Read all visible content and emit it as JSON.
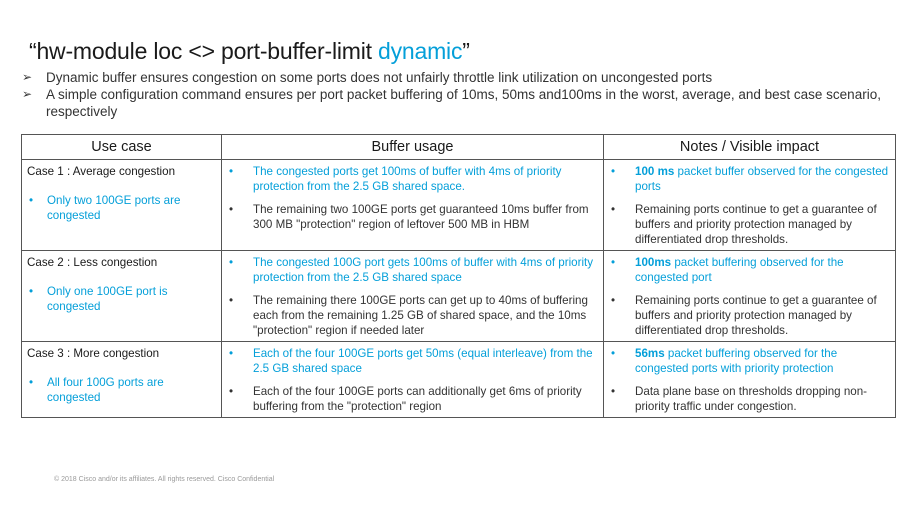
{
  "slide": {
    "title_prefix": "“hw-module loc <> port-buffer-limit ",
    "title_accent": "dynamic",
    "title_suffix": "”",
    "accent_color": "#049fd9"
  },
  "bullets": [
    "Dynamic buffer ensures congestion on some ports does not unfairly throttle link utilization on uncongested ports",
    "A simple configuration command ensures per port packet buffering of 10ms, 50ms and100ms in the worst, average, and best case scenario, respectively"
  ],
  "table": {
    "headers": [
      "Use case",
      "Buffer usage",
      "Notes / Visible impact"
    ],
    "rows": [
      {
        "case_title": "Case 1 : Average congestion",
        "case_sub": "Only two 100GE ports are congested",
        "buffer": [
          "The congested ports get 100ms of buffer with 4ms of priority protection from the 2.5 GB shared space.",
          "The remaining two 100GE ports get guaranteed 10ms buffer from 300 MB \"protection\" region of leftover 500 MB in HBM"
        ],
        "notes_strong": "100 ms",
        "notes_first": " packet buffer observed for the congested ports",
        "notes_second": "Remaining ports continue to get a guarantee of buffers and priority protection managed by differentiated drop thresholds."
      },
      {
        "case_title": "Case 2 : Less congestion",
        "case_sub": "Only one 100GE port is congested",
        "buffer": [
          "The congested 100G port gets 100ms of buffer with 4ms of priority protection from the 2.5 GB shared space",
          "The remaining there 100GE ports can get up to 40ms of buffering each from the remaining 1.25 GB of shared space, and the 10ms \"protection\" region if needed later"
        ],
        "notes_strong": "100ms",
        "notes_first": " packet buffering observed for the congested port",
        "notes_second": "Remaining ports continue to get a guarantee of buffers and priority protection managed by differentiated drop thresholds."
      },
      {
        "case_title": "Case 3 : More congestion",
        "case_sub": "All four 100G ports are congested",
        "buffer": [
          "Each of the four 100GE ports get 50ms (equal interleave) from the 2.5 GB shared space",
          "Each of the four 100GE ports can additionally get 6ms of priority buffering from the \"protection\" region"
        ],
        "notes_strong": "56ms",
        "notes_first": " packet buffering observed for the congested ports with priority protection",
        "notes_second": "Data plane base on thresholds dropping non-priority traffic under congestion."
      }
    ]
  },
  "footer": "© 2018  Cisco and/or its affiliates. All rights reserved.    Cisco Confidential"
}
